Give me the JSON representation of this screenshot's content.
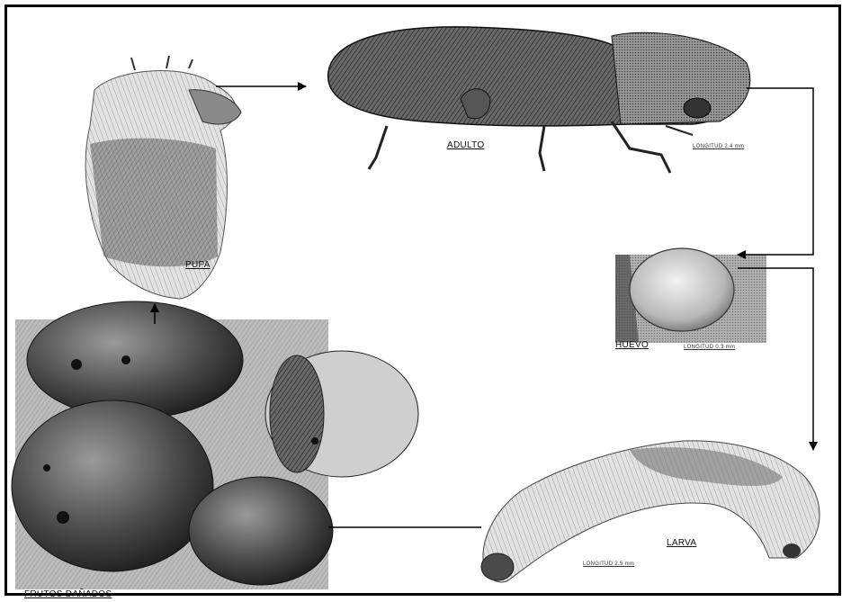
{
  "stages": {
    "adult": {
      "label": "ADULTO",
      "size_label": "LONGITUD 2.4 mm"
    },
    "pupa": {
      "label": "PUPA"
    },
    "egg": {
      "label": "HUEVO",
      "size_label": "LONGITUD 0.3 mm"
    },
    "larva": {
      "label": "LARVA",
      "size_label": "LONGITUD 2.5 mm"
    },
    "fruits": {
      "label": "FRUTOS DAÑADOS"
    }
  },
  "colors": {
    "ink": "#111111",
    "frame": "#000000",
    "background": "#ffffff"
  }
}
